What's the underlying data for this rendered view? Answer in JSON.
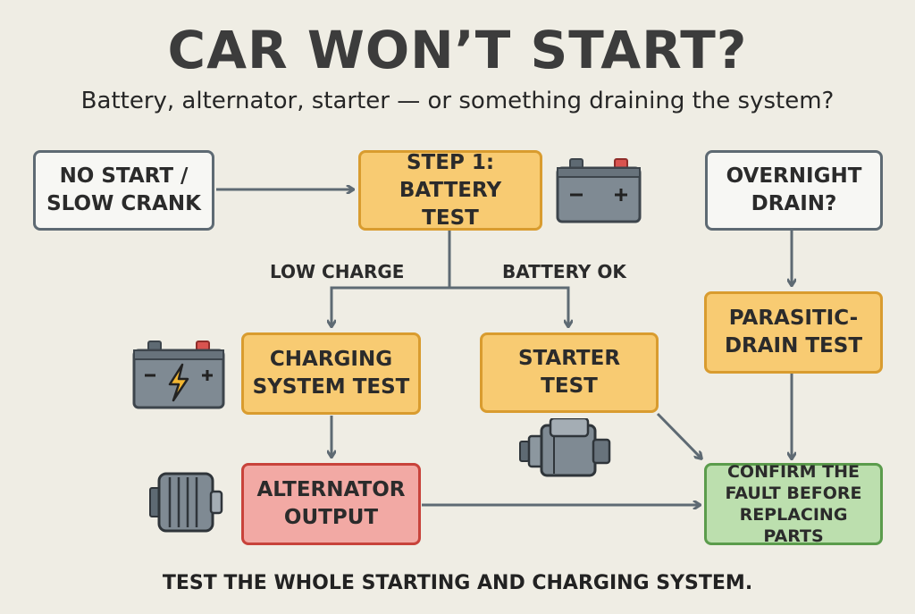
{
  "title": "CAR WON’T START?",
  "subtitle": "Battery, alternator, starter — or something draining the system?",
  "nodes": {
    "no_start": "NO START /\nSLOW CRANK",
    "battery_test": "STEP 1:\nBATTERY TEST",
    "overnight_drain": "OVERNIGHT\nDRAIN?",
    "charging_test": "CHARGING\nSYSTEM TEST",
    "starter_test": "STARTER\nTEST",
    "parasitic_test": "PARASITIC-\nDRAIN TEST",
    "alternator_output": "ALTERNATOR\nOUTPUT",
    "confirm_fault": "CONFIRM THE\nFAULT BEFORE\nREPLACING PARTS"
  },
  "edge_labels": {
    "low_charge": "LOW CHARGE",
    "battery_ok": "BATTERY OK"
  },
  "footer": "TEST THE WHOLE STARTING AND CHARGING SYSTEM.",
  "icons": [
    "battery-icon",
    "battery-charging-icon",
    "starter-motor-icon",
    "alternator-icon"
  ]
}
